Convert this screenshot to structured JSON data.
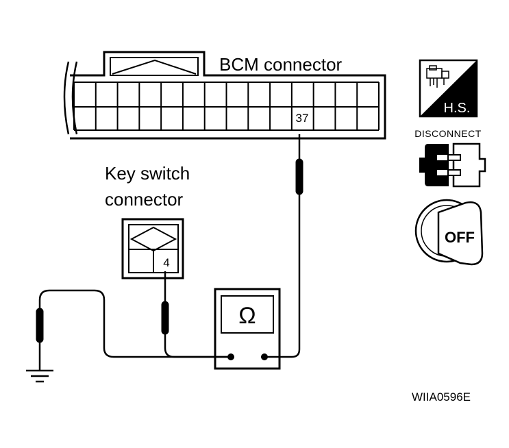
{
  "labels": {
    "bcm_connector": "BCM connector",
    "key_switch_line1": "Key switch",
    "key_switch_line2": "connector",
    "bcm_pin": "37",
    "key_switch_pin": "4",
    "ohm_symbol": "Ω",
    "figure_code": "WIIA0596E"
  },
  "icons": {
    "hs_label": "H.S.",
    "disconnect_label": "DISCONNECT",
    "off_label": "OFF",
    "hs_icon": "harness-side-icon",
    "disconnect_icon": "connector-disconnect-icon",
    "key_off_icon": "ignition-key-off-icon",
    "ground_icon": "ground-symbol-icon",
    "meter_icon": "ohmmeter-icon"
  },
  "colors": {
    "line": "#000000",
    "background": "#ffffff"
  }
}
